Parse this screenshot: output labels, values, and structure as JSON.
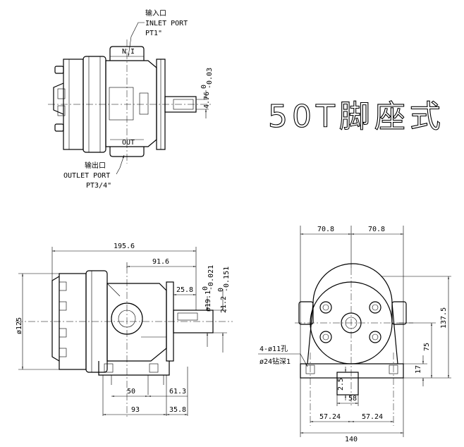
{
  "title": "50T脚座式",
  "inlet": {
    "cn": "输入口",
    "en": "INLET PORT",
    "size": "PT1\"",
    "mark": "N I"
  },
  "outlet": {
    "cn": "输出口",
    "en": "OUTLET PORT",
    "size": "PT3/4\"",
    "mark": "OUT"
  },
  "top_view": {
    "key_width": "4.76",
    "key_tol_up": "0",
    "key_tol_dn": "-0.03"
  },
  "side_view": {
    "overall_length": "195.6",
    "to_flange": "91.6",
    "shaft_len": "25.8",
    "shaft_dia": "ø19.1",
    "shaft_tol_up": "0",
    "shaft_tol_dn": "-0.021",
    "key_height": "21.2",
    "key_tol_up": "0",
    "key_tol_dn": "-0.151",
    "body_dia": "ø125",
    "base_a": "50",
    "base_b": "61.3",
    "base_c": "93",
    "base_d": "35.8"
  },
  "front_view": {
    "half_left": "70.8",
    "half_right": "70.8",
    "center_height": "137.5",
    "mount_height": "75",
    "foot_thickness": "17",
    "hole_note_1": "4-ø11孔",
    "hole_note_2": "ø24钻深1",
    "slot_a": "2.5",
    "slot_w": "58",
    "half_base_l": "57.24",
    "half_base_r": "57.24",
    "base_width": "140"
  }
}
